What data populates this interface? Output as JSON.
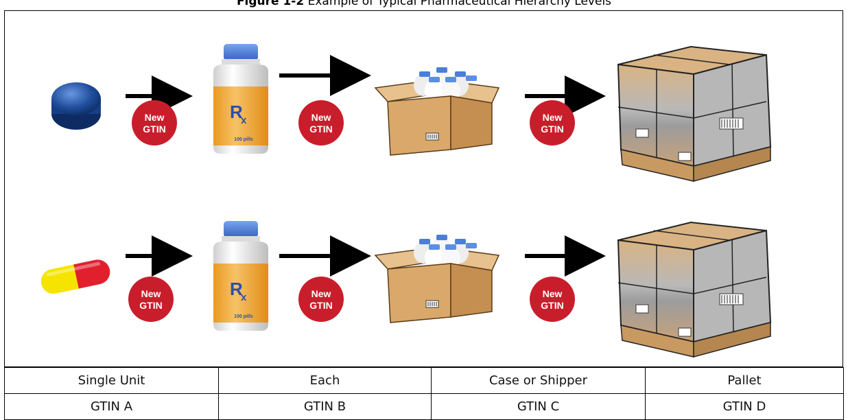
{
  "caption": {
    "figure_label": "Figure 1-2",
    "title": "Example of Typical Pharmaceutical Hierarchy Levels"
  },
  "badges": {
    "line1": "New",
    "line2": "GTIN"
  },
  "bottle": {
    "symbol": "R",
    "subscript": "x",
    "count_label": "100 pills"
  },
  "table": {
    "levels": [
      "Single Unit",
      "Each",
      "Case or Shipper",
      "Pallet"
    ],
    "gtins": [
      "GTIN A",
      "GTIN B",
      "GTIN C",
      "GTIN D"
    ]
  },
  "colors": {
    "badge_red": "#c81e2b",
    "tablet_blue": "#1f4e9c",
    "capsule_yellow": "#f5e400",
    "capsule_red": "#e2202d",
    "cap_blue": "#4a7fd8",
    "label_orange": "#f2a72e",
    "cardboard": "#d9a86a"
  },
  "icons": [
    "tablet-icon",
    "capsule-icon",
    "bottle-icon",
    "case-icon",
    "pallet-icon",
    "arrow-icon",
    "new-gtin-badge"
  ]
}
